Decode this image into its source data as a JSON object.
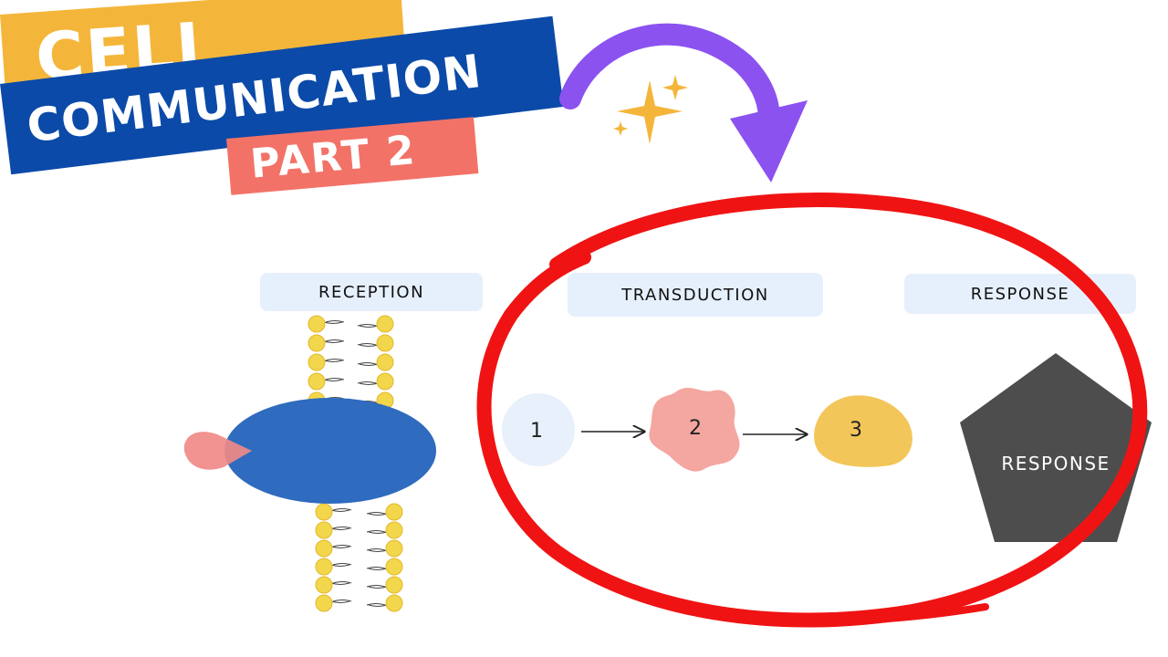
{
  "title": {
    "line1": "CELL",
    "line2": "COMMUNICATION",
    "line3": "PART 2"
  },
  "stages": {
    "reception": "RECEPTION",
    "transduction": "TRANSDUCTION",
    "response": "RESPONSE"
  },
  "transduction_steps": [
    "1",
    "2",
    "3"
  ],
  "response_shape_label": "RESPONSE",
  "colors": {
    "banner_yellow": "#f4b63a",
    "banner_blue": "#0b4aa8",
    "banner_salmon": "#f37268",
    "label_bg": "#e6f0fc",
    "receptor_blue": "#2f6bbf",
    "signal_pink": "#f08a87",
    "phospholipid_yellow": "#f2d64b",
    "step1": "#e7f0fb",
    "step2": "#f4a6a0",
    "step3": "#f3c65a",
    "response_gray": "#4d4d4d",
    "circle_red": "#f01313",
    "arrow_purple": "#8b52f0",
    "sparkle_gold": "#f4b63a"
  },
  "icons": [
    "sparkle-icon",
    "curved-arrow-icon"
  ]
}
